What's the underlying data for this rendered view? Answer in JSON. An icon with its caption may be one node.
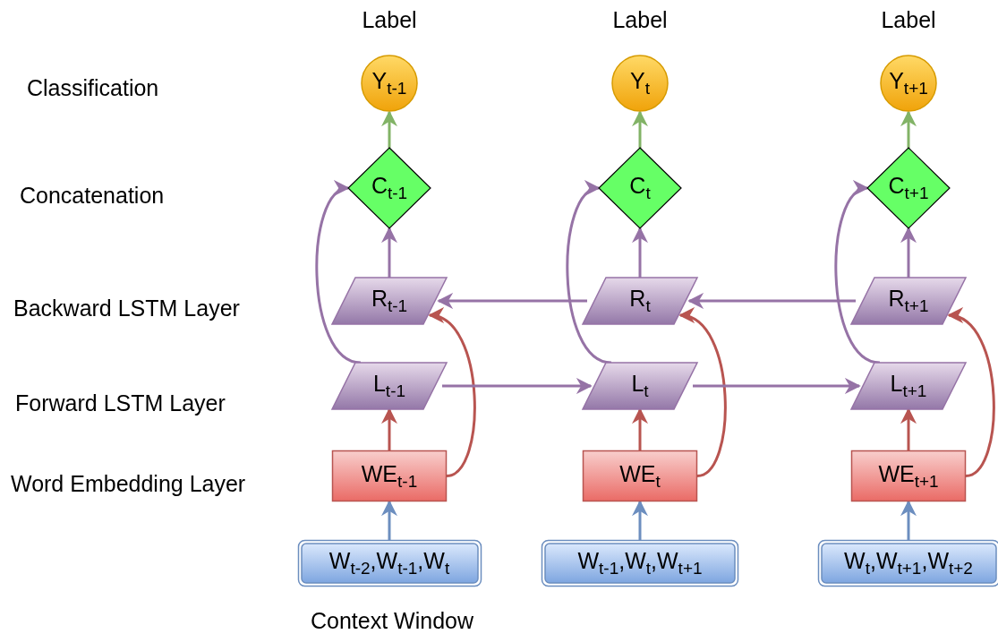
{
  "diagram": {
    "nodes": [
      {
        "text": [
          "Y$_{t-1}$"
        ]
      },
      {
        "text": [
          "Y$_{t}$"
        ]
      },
      {
        "text": [
          "Y$_{t+1}$"
        ]
      },
      {
        "text": [
          "C$_{t-1}$"
        ]
      },
      {
        "text": [
          "C$_{t}$"
        ]
      },
      {
        "text": [
          "C$_{t+1}$"
        ]
      },
      {
        "text": [
          "R$_{t-1}$"
        ]
      },
      {
        "text": [
          "R$_{t}$"
        ]
      },
      {
        "text": [
          "R$_{t+1}$"
        ]
      },
      {
        "text": [
          "L$_{t-1}$"
        ]
      },
      {
        "text": [
          "L$_{t}$"
        ]
      },
      {
        "text": [
          "L$_{t+1}$"
        ]
      },
      {
        "text": [
          "WE$_{t-1}$"
        ]
      },
      {
        "text": [
          "WE$_{t}$"
        ]
      },
      {
        "text": [
          "WE$_{t+1}$"
        ]
      },
      {
        "text": [
          "W$_{t-2}$,W$_{t-1}$,W$_{t}$"
        ]
      },
      {
        "text": [
          "W$_{t-1}$,W$_{t}$,W$_{t+1}$"
        ]
      },
      {
        "text": [
          "W$_{t}$,W$_{t+1}$,W$_{t+2}$"
        ]
      }
    ],
    "edges": [
      {
        "from": 15,
        "to": 12,
        "arrow": "to",
        "color": "#6c8ebf"
      },
      {
        "from": 12,
        "to": 9,
        "arrow": "to",
        "color": "#b85450"
      },
      {
        "from": 12,
        "to": 6,
        "arrow": "to",
        "color": "#b85450"
      },
      {
        "from": 9,
        "to": 3,
        "arrow": "to"
      },
      {
        "from": 6,
        "to": 3,
        "arrow": "to"
      },
      {
        "from": 3,
        "to": 0,
        "arrow": "to",
        "color": "#82b366"
      },
      {
        "from": 16,
        "to": 13,
        "arrow": "to",
        "color": "#6c8ebf"
      },
      {
        "from": 13,
        "to": 10,
        "arrow": "to",
        "color": "#b85450"
      },
      {
        "from": 13,
        "to": 7,
        "arrow": "to",
        "color": "#b85450"
      },
      {
        "from": 10,
        "to": 4,
        "arrow": "to"
      },
      {
        "from": 7,
        "to": 4,
        "arrow": "to"
      },
      {
        "from": 4,
        "to": 1,
        "arrow": "to",
        "color": "#82b366"
      },
      {
        "from": 17,
        "to": 14,
        "arrow": "to",
        "color": "#6c8ebf"
      },
      {
        "from": 14,
        "to": 11,
        "arrow": "to",
        "color": "#b85450"
      },
      {
        "from": 14,
        "to": 8,
        "arrow": "to",
        "color": "#b85450"
      },
      {
        "from": 11,
        "to": 5,
        "arrow": "to"
      },
      {
        "from": 8,
        "to": 5,
        "arrow": "to"
      },
      {
        "from": 5,
        "to": 2,
        "arrow": "to",
        "color": "#82b366"
      },
      {
        "from": 9,
        "to": 10,
        "arrow": "to"
      },
      {
        "from": 10,
        "to": 11,
        "arrow": "to"
      },
      {
        "from": 7,
        "to": 6,
        "arrow": "to"
      },
      {
        "from": 8,
        "to": 7,
        "arrow": "to"
      }
    ],
    "labels": [
      "Label",
      "Label",
      "Label",
      "Classification",
      "Concatenation",
      "Backward LSTM Layer",
      "Forward LSTM Layer",
      "Word Embedding Layer",
      "Context Window"
    ]
  }
}
